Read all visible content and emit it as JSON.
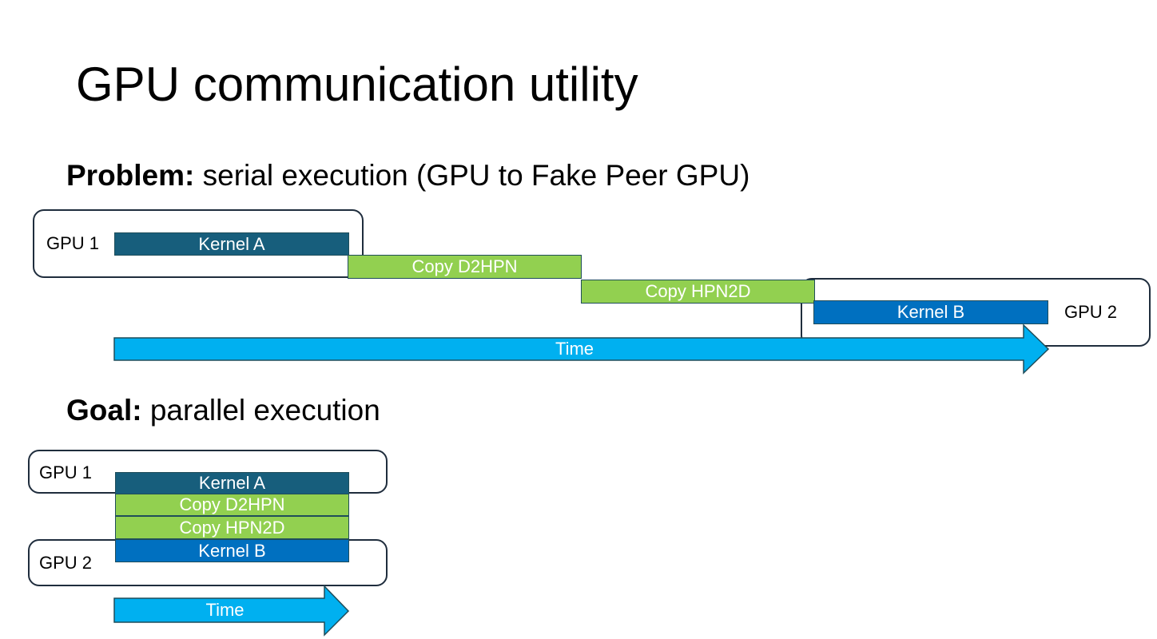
{
  "title": "GPU communication utility",
  "problem": {
    "label": "Problem:",
    "text": " serial execution (GPU to Fake Peer GPU)",
    "gpu1": "GPU 1",
    "gpu2": "GPU 2",
    "kernel_a": "Kernel A",
    "copy_d2hpn": "Copy D2HPN",
    "copy_hpn2d": "Copy HPN2D",
    "kernel_b": "Kernel B",
    "time": "Time"
  },
  "goal": {
    "label": "Goal:",
    "text": " parallel execution",
    "gpu1": "GPU 1",
    "gpu2": "GPU 2",
    "kernel_a": "Kernel A",
    "copy_d2hpn": "Copy D2HPN",
    "copy_hpn2d": "Copy HPN2D",
    "kernel_b": "Kernel B",
    "time": "Time"
  },
  "colors": {
    "kernel_a": "#175e7c",
    "copy": "#92d050",
    "kernel_b": "#0070c0",
    "time_arrow": "#00b0f0"
  }
}
